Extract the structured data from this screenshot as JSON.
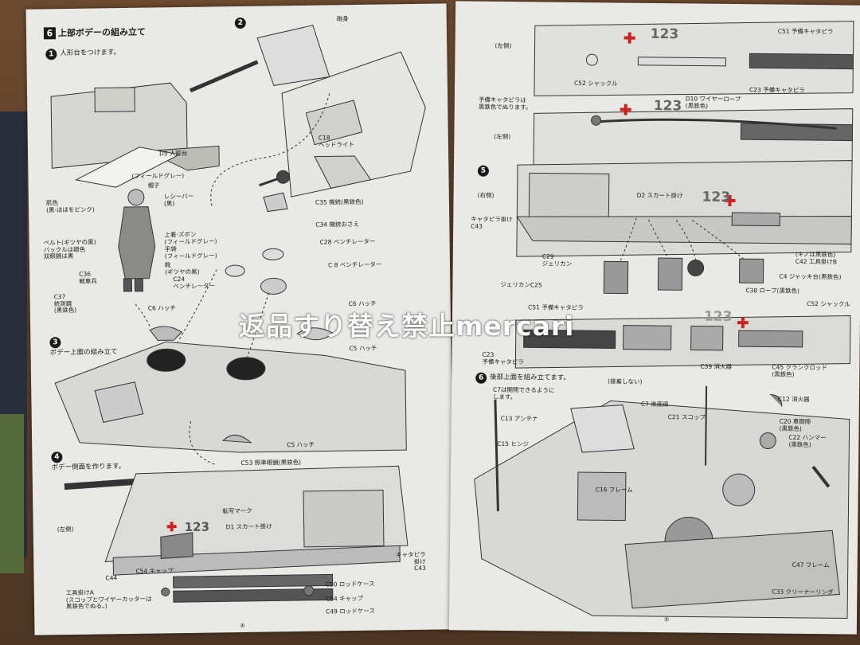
{
  "watermark": "返品すり替え禁止mercari",
  "left": {
    "title_num": "6",
    "title": "上部ボデーの組み立て",
    "s1": "人形台をつけます。",
    "labels": {
      "gun": "砲身",
      "d5": "D5 人形台",
      "c18": "C18\nヘッドライト",
      "c35": "C35 機銃(黒鉄色)",
      "c34": "C34 機銃おさえ",
      "c28": "C28 ベンチレーター",
      "c8": "C 8 ベンチレーター",
      "c24": "C24\nベンチレーター",
      "c6": "C6 ハッチ",
      "c6b": "C6 ハッチ",
      "c5": "C5 ハッチ",
      "c5b": "C5 ハッチ",
      "c53": "C53 照準眼鏡(黒鉄色)",
      "c37": "C37\n銃測鏡\n(黒鉄色)",
      "c36": "C36\n戦車兵",
      "field_grey": "(フィールドグレー)",
      "cap": "帽子",
      "receiver": "レシーバー\n(黒)",
      "face": "肌色\n(黒·ほほをピンク)",
      "uniform": "上着·ズボン\n(フィールドグレー)",
      "belt": "ベルト(ギツヤの黒)\nバックルは銀色\n双眼鏡は黒",
      "glove": "手袋\n(フィールドグレー)",
      "boots": "靴\n(ギツヤの黒)",
      "s3": "ボデー上面の組み立て",
      "s4": "ボデー側面を作ります。",
      "left_side": "(左側)",
      "mark": "転写マーク",
      "d1": "D1 スカート掛け",
      "track_hook": "キャタピラ\n掛け\nC43",
      "c44": "C44",
      "c54a": "C54 キャップ",
      "c54b": "C54 キャップ",
      "c50": "C50 ロッドケース",
      "c49": "C49 ロッドケース",
      "tool": "工具掛けA\n(スコップとワイヤーカッターは\n黒鉄色でぬる。)",
      "tank_no": "123"
    },
    "page_no": "④"
  },
  "right": {
    "labels": {
      "left_side1": "(左側)",
      "left_side2": "(左側)",
      "c51a": "C51 予備キャタピラ",
      "c52": "C52 シャックル",
      "c23a": "C23 予備キャタピラ",
      "spare_note": "予備キャタピラは\n黒鉄色でぬります。",
      "d10": "D10 ワイヤーロープ\n(黒鉄色)",
      "s5": "5",
      "right_side": "(右側)",
      "d2": "D2 スカート掛け",
      "track_hook": "キャタピラ掛け\nC43",
      "c29": "C29\nジェリカン",
      "c25": "ジェリカンC25",
      "c38": "C38 ロープ(黒鉄色)",
      "c4": "C4 ジャッキ台(黒鉄色)",
      "c42": "(キノは黒鉄色)\nC42 工具掛けB",
      "c51b": "C51 予備キャタピラ",
      "c52b": "C52 シャックル",
      "c23b": "C23\n予備キャタピラ",
      "c39": "C39 消火器",
      "c45": "C45 クランクロッド\n(黒鉄色)",
      "s6": "後部上面を組み立てます。",
      "no_glue": "(接着しない)",
      "c7note": "C7は開閉できるように\nします。",
      "c7": "C7 後面扉",
      "c13": "C13 アンテナ",
      "c21": "C21 スコップ",
      "c12": "C12 消火器",
      "c20": "C20 車間隙\n(黒鉄色)",
      "c22": "C22 ハンマー\n(黒鉄色)",
      "c15": "C15 ヒンジ",
      "c16": "C16 フレーム",
      "c47": "C47 フレーム",
      "c33": "C33 クリーナーリング",
      "tank_no": "123"
    },
    "page_no": "⑤"
  }
}
